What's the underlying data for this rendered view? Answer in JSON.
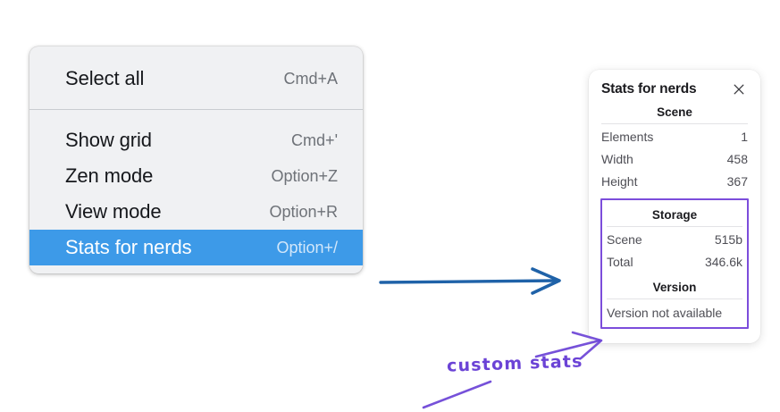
{
  "colors": {
    "menu_background": "#f0f1f3",
    "menu_selected": "#3d9ae8",
    "menu_label": "#16181c",
    "menu_shortcut": "#6e7278",
    "panel_background": "#ffffff",
    "panel_text": "#4e4e55",
    "highlight_purple": "#7c4ddb",
    "annotation_purple": "#6b43d6",
    "arrow_blue": "#1f62a8"
  },
  "context_menu": {
    "name": "canvas-context-menu",
    "groups": [
      {
        "items": [
          {
            "label": "Select all",
            "shortcut": "Cmd+A",
            "selected": false
          }
        ]
      },
      {
        "items": [
          {
            "label": "Show grid",
            "shortcut": "Cmd+'",
            "selected": false
          },
          {
            "label": "Zen mode",
            "shortcut": "Option+Z",
            "selected": false
          },
          {
            "label": "View mode",
            "shortcut": "Option+R",
            "selected": false
          },
          {
            "label": "Stats for nerds",
            "shortcut": "Option+/",
            "selected": true
          }
        ]
      }
    ]
  },
  "stats_panel": {
    "title": "Stats for nerds",
    "close_icon": "close-icon",
    "sections": [
      {
        "id": "scene",
        "title": "Scene",
        "highlighted": false,
        "rows": [
          {
            "key": "Elements",
            "value": "1"
          },
          {
            "key": "Width",
            "value": "458"
          },
          {
            "key": "Height",
            "value": "367"
          }
        ]
      },
      {
        "id": "storage",
        "title": "Storage",
        "highlighted": true,
        "rows": [
          {
            "key": "Scene",
            "value": "515b"
          },
          {
            "key": "Total",
            "value": "346.6k"
          }
        ]
      },
      {
        "id": "version",
        "title": "Version",
        "highlighted": true,
        "single_line": "Version not available"
      }
    ]
  },
  "annotations": {
    "custom_stats_label": "custom stats",
    "blue_arrow_name": "menu-to-panel-arrow",
    "purple_arrow_name": "custom-stats-pointer-arrow"
  }
}
